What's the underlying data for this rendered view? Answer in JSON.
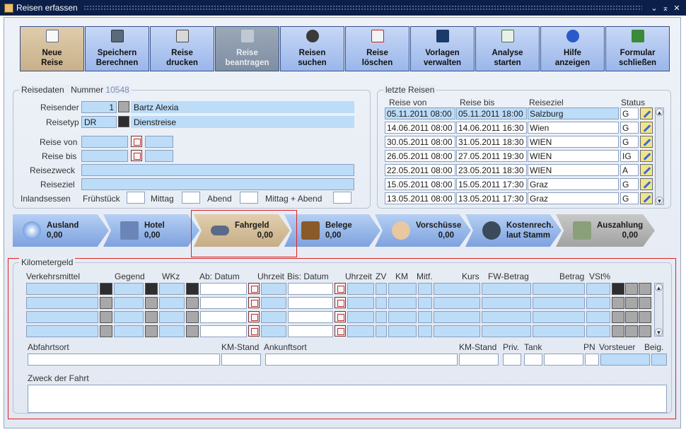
{
  "window": {
    "title": "Reisen erfassen",
    "min": "⌄",
    "max": "⌅",
    "close": "✕"
  },
  "toolbar": [
    {
      "line1": "Neue",
      "line2": "Reise",
      "icon": "new-doc-icon",
      "state": "active"
    },
    {
      "line1": "Speichern",
      "line2": "Berechnen",
      "icon": "calculator-icon",
      "state": "normal"
    },
    {
      "line1": "Reise",
      "line2": "drucken",
      "icon": "printer-icon",
      "state": "normal"
    },
    {
      "line1": "Reise",
      "line2": "beantragen",
      "icon": "request-icon",
      "state": "disabled"
    },
    {
      "line1": "Reisen",
      "line2": "suchen",
      "icon": "binoculars-icon",
      "state": "normal"
    },
    {
      "line1": "Reise",
      "line2": "löschen",
      "icon": "delete-doc-icon",
      "state": "normal"
    },
    {
      "line1": "Vorlagen",
      "line2": "verwalten",
      "icon": "templates-icon",
      "state": "normal"
    },
    {
      "line1": "Analyse",
      "line2": "starten",
      "icon": "analysis-icon",
      "state": "normal"
    },
    {
      "line1": "Hilfe",
      "line2": "anzeigen",
      "icon": "help-icon",
      "state": "normal"
    },
    {
      "line1": "Formular",
      "line2": "schließen",
      "icon": "exit-icon",
      "state": "normal"
    }
  ],
  "reisedaten": {
    "group_title": "Reisedaten",
    "nummer_label": "Nummer",
    "nummer_value": "10548",
    "reisender_label": "Reisender",
    "reisender_id": "1",
    "reisender_name": "Bartz Alexia",
    "reisetyp_label": "Reisetyp",
    "reisetyp_code": "DR",
    "reisetyp_name": "Dienstreise",
    "reise_von_label": "Reise von",
    "reise_bis_label": "Reise bis",
    "reisezweck_label": "Reisezweck",
    "reiseziel_label": "Reiseziel",
    "inlandsessen_label": "Inlandsessen",
    "fruehstueck_label": "Frühstück",
    "mittag_label": "Mittag",
    "abend_label": "Abend",
    "mittag_abend_label": "Mittag + Abend"
  },
  "letzte_reisen": {
    "group_title": "letzte Reisen",
    "headers": [
      "Reise von",
      "Reise bis",
      "Reiseziel",
      "Status"
    ],
    "rows": [
      {
        "von": "05.11.2011 08:00",
        "bis": "05.11.2011 18:00",
        "ziel": "Salzburg",
        "status": "G"
      },
      {
        "von": "14.06.2011 08:00",
        "bis": "14.06.2011 16:30",
        "ziel": "Wien",
        "status": "G"
      },
      {
        "von": "30.05.2011 08:00",
        "bis": "31.05.2011 18:30",
        "ziel": "WIEN",
        "status": "G"
      },
      {
        "von": "26.05.2011 08:00",
        "bis": "27.05.2011 19:30",
        "ziel": "WIEN",
        "status": "IG"
      },
      {
        "von": "22.05.2011 08:00",
        "bis": "23.05.2011 18:30",
        "ziel": "WIEN",
        "status": "A"
      },
      {
        "von": "15.05.2011 08:00",
        "bis": "15.05.2011 17:30",
        "ziel": "Graz",
        "status": "G"
      },
      {
        "von": "13.05.2011 08:00",
        "bis": "13.05.2011 17:30",
        "ziel": "Graz",
        "status": "G"
      }
    ]
  },
  "process": [
    {
      "label1": "Ausland",
      "label2": "",
      "value": "0,00"
    },
    {
      "label1": "Hotel",
      "label2": "",
      "value": "0,00"
    },
    {
      "label1": "Fahrgeld",
      "label2": "",
      "value": "0,00"
    },
    {
      "label1": "Belege",
      "label2": "",
      "value": "0,00"
    },
    {
      "label1": "Vorschüsse",
      "label2": "",
      "value": "0,00"
    },
    {
      "label1": "Kostenrech.",
      "label2": "laut Stamm",
      "value": ""
    },
    {
      "label1": "Auszahlung",
      "label2": "",
      "value": "0,00"
    }
  ],
  "kilometergeld": {
    "group_title": "Kilometergeld",
    "headers": [
      "Verkehrsmittel",
      "Gegend",
      "WKz",
      "Ab: Datum",
      "Uhrzeit",
      "Bis: Datum",
      "Uhrzeit",
      "ZV",
      "KM",
      "Mitf.",
      "Kurs",
      "FW-Betrag",
      "Betrag",
      "VSt%"
    ],
    "abfahrtsort_label": "Abfahrtsort",
    "km_stand_label": "KM-Stand",
    "ankunftsort_label": "Ankunftsort",
    "km_stand2_label": "KM-Stand",
    "priv_label": "Priv.",
    "tank_label": "Tank",
    "pn_label": "PN",
    "vorsteuer_label": "Vorsteuer",
    "beig_label": "Beig.",
    "zweck_label": "Zweck der Fahrt"
  }
}
